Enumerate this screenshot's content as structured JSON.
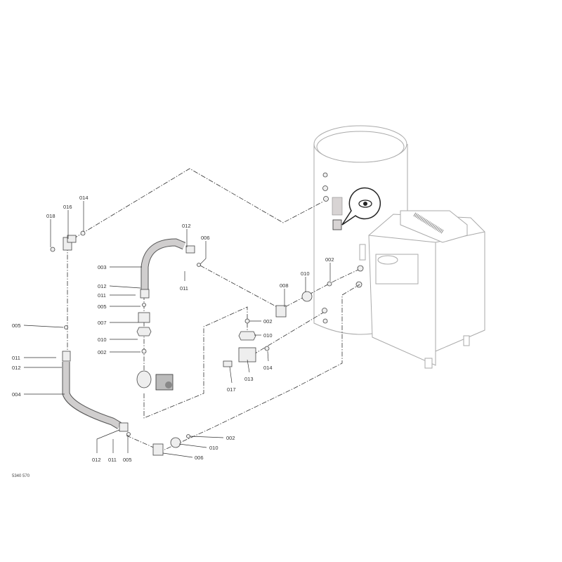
{
  "diagram": {
    "drawing_number": "5340 570",
    "labels": {
      "p018": "018",
      "p016": "016",
      "p014_top": "014",
      "p012_hose_top": "012",
      "p006_top": "006",
      "p003": "003",
      "p011_top": "011",
      "p012_mid": "012",
      "p011_mid": "011",
      "p005_mid": "005",
      "p007": "007",
      "p010_mid": "010",
      "p002_mid": "002",
      "p005_left": "005",
      "p011_left": "011",
      "p012_left": "012",
      "p004": "004",
      "p012_bottom": "012",
      "p011_bottom": "011",
      "p005_bottom": "005",
      "p002_bottom": "002",
      "p010_bottom": "010",
      "p006_bottom": "006",
      "p008": "008",
      "p010_tank": "010",
      "p002_tank": "002",
      "p002_valve": "002",
      "p010_valve": "010",
      "p014_valve": "014",
      "p013": "013",
      "p017": "017"
    },
    "icons": {
      "callout": "eye-icon"
    }
  }
}
